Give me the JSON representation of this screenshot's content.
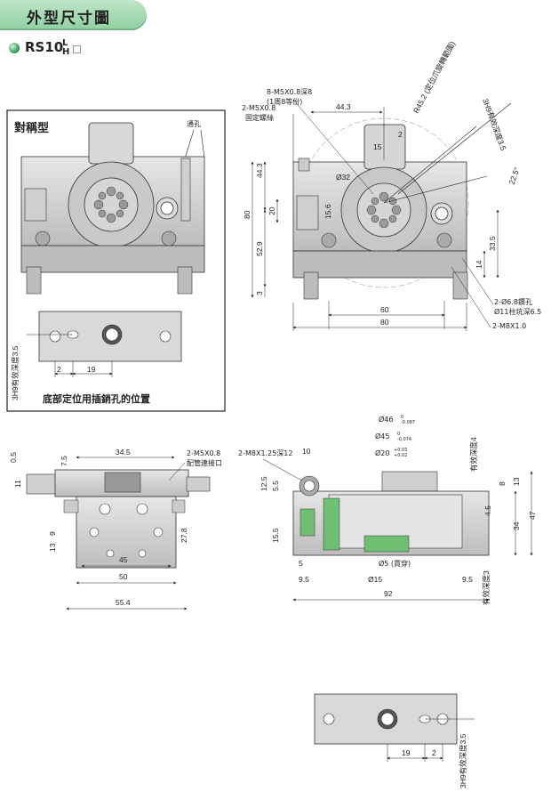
{
  "header": {
    "title": "外型尺寸圖",
    "model": "RS10",
    "model_sub_top": "L",
    "model_sub_bottom": "H"
  },
  "symmetric_box": {
    "title": "對稱型",
    "vent_label": "通孔",
    "caption": "底部定位用插銷孔的位置",
    "dims": {
      "d_2": "2",
      "d_19": "19",
      "d_h9": "3H9有效深度3.5"
    }
  },
  "front_view": {
    "callouts": {
      "tap_8": "8-M5X0.8深8",
      "tap_8_note": "(1周8等份)",
      "tap_2": "2-M5X0.8",
      "fix_screw": "固定螺絲",
      "radius": "R45.2 (定位爪旋轉範圍)",
      "pin_hole": "3H9有效深度3.5",
      "angle": "22.5°",
      "c_bore1": "2-Ø6.8鑽孔",
      "c_bore2": "Ø11柱坑深6.5",
      "tap_m8": "2-M8X1.0"
    },
    "dims": {
      "d443": "44.3",
      "d15": "15",
      "d2": "2",
      "d32": "Ø32",
      "d80v": "80",
      "d443v": "44.3",
      "d20": "20",
      "d156": "15.6",
      "d529": "52.9",
      "d3": "3",
      "d60": "60",
      "d80": "80",
      "d335": "33.5",
      "d14": "14"
    }
  },
  "side_view": {
    "callouts": {
      "tap_m5": "2-M5X0.8",
      "pipe": "配管連接口"
    },
    "dims": {
      "d05": "0.5",
      "d11": "11",
      "d75": "7.5",
      "d345": "34.5",
      "d9": "9",
      "d13": "13",
      "d278": "27.8",
      "d45": "45",
      "d50": "50",
      "d554": "55.4"
    }
  },
  "section_view": {
    "callouts": {
      "tap_m8": "2-M8X1.25深12",
      "d46": "Ø46",
      "d46_tol": "-0.087",
      "d46_tol0": "0",
      "d45": "Ø45",
      "d45_tol": "-0.074",
      "d45_tol0": "0",
      "d20": "Ø20",
      "d20_tol_up": "+0.03",
      "d20_tol_dn": "+0.02",
      "depth4": "有效深度4",
      "d5": "Ø5 (貫穿)",
      "depth3": "有效深度3"
    },
    "dims": {
      "d10": "10",
      "d125": "12.5",
      "d55": "5.5",
      "d155": "15.5",
      "d5": "5",
      "d95a": "9.5",
      "d15": "Ø15",
      "d92": "92",
      "d95b": "9.5",
      "d8": "8",
      "d13": "13",
      "d45": "4.5",
      "d34": "34",
      "d47": "47"
    }
  },
  "bottom_view": {
    "dims": {
      "d19": "19",
      "d2": "2",
      "h9": "3H9有效深度3.5"
    }
  }
}
